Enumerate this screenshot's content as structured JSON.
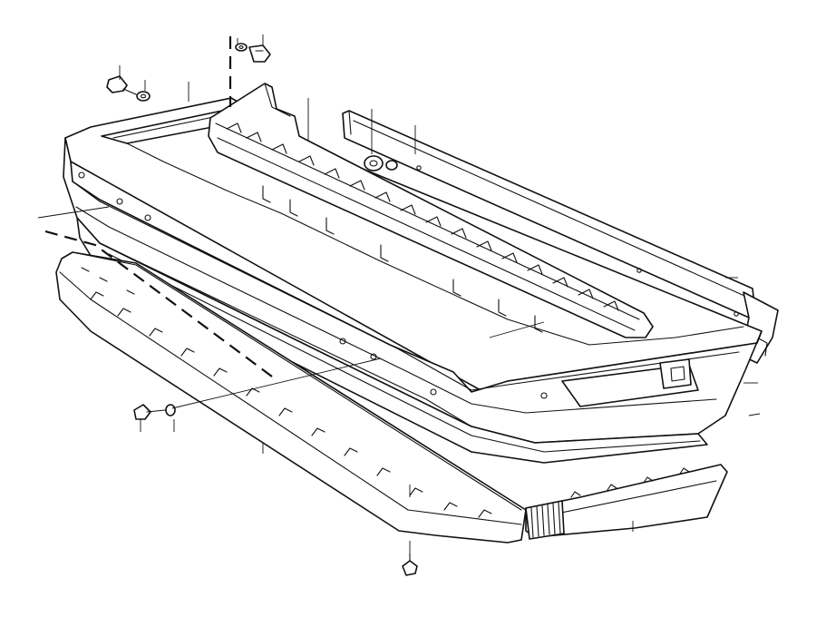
{
  "diagram": {
    "view": "exploded-parts",
    "colors": {
      "line": "#111111",
      "background": "#ffffff"
    },
    "parts": [
      "bumper-shell",
      "bumper-reinforcement-rail",
      "mounting-bracket",
      "lower-spoiler-trim",
      "corner-trim-section",
      "flange-bolt",
      "washer",
      "nut",
      "clip-nut",
      "grommet",
      "screw"
    ]
  }
}
